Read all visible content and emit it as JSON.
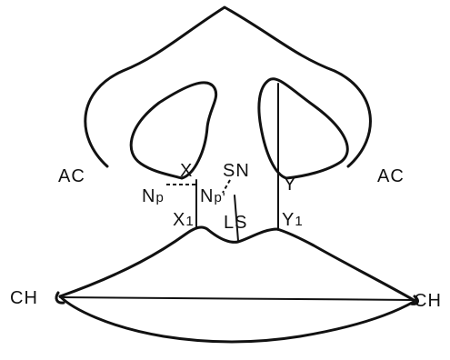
{
  "labels": {
    "ac_left": "AC",
    "ac_right": "AC",
    "x_top": "X",
    "sn": "SN",
    "y_top": "Y",
    "np_left": "N",
    "np_left_sub": "p",
    "np_right": "N",
    "np_right_sub": "p'",
    "x_bottom": "X",
    "x_bottom_sub": "1",
    "ls": "LS",
    "y_bottom": "Y",
    "y_bottom_sub": "1",
    "ch_left": "CH",
    "ch_right": "CH"
  },
  "colors": {
    "ink": "#111111",
    "background": "#ffffff"
  }
}
